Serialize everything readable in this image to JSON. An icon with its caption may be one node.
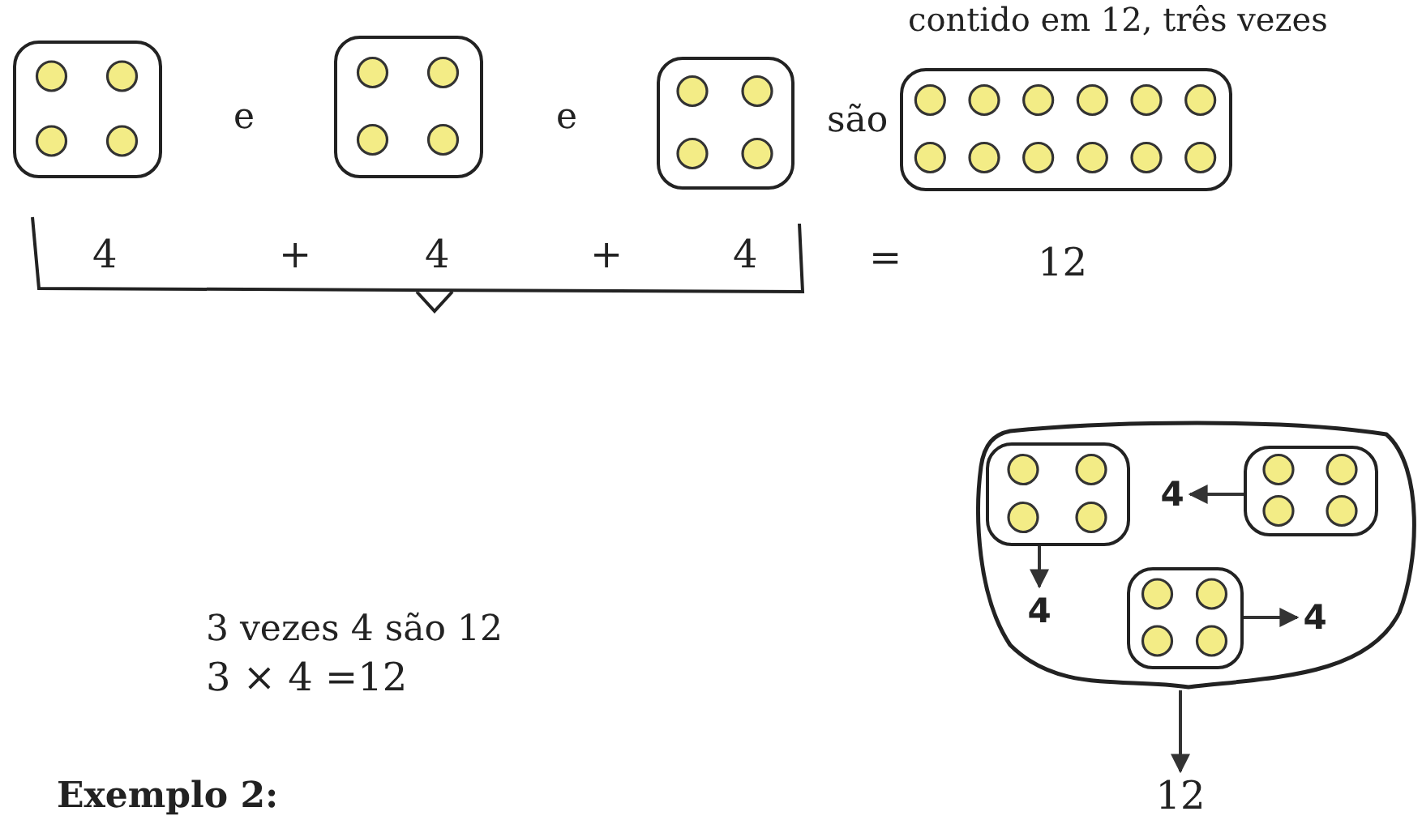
{
  "diagram": {
    "nodes": [
      {
        "text": [],
        "shape": "box"
      },
      {
        "text": [],
        "shape": "box"
      },
      {
        "text": [],
        "shape": "box"
      },
      {
        "text": [],
        "shape": "box"
      },
      {
        "text": [],
        "shape": "cloud"
      },
      {
        "text": [],
        "shape": "box",
        "in": 4
      },
      {
        "text": [
          "4"
        ],
        "in": 4
      },
      {
        "text": [],
        "shape": "box",
        "in": 4
      },
      {
        "text": [
          "4"
        ],
        "in": 4
      },
      {
        "text": [],
        "shape": "box",
        "in": 4
      },
      {
        "text": [
          "4"
        ],
        "in": 4
      },
      {
        "text": [
          "12"
        ]
      }
    ],
    "edges": [
      {
        "from": 5,
        "to": 8,
        "arrow": "to"
      },
      {
        "from": 7,
        "to": 6,
        "arrow": "to"
      },
      {
        "from": 9,
        "to": 10,
        "arrow": "to"
      },
      {
        "from": 4,
        "to": 11,
        "arrow": "to"
      }
    ],
    "labels": [
      "contido em 12, três vezes",
      "e",
      "e",
      "são",
      "4",
      "+",
      "4",
      "+",
      "4",
      "=",
      "12",
      "3 vezes 4 são 12",
      "3 × 4 =12",
      "Exemplo 2:"
    ]
  }
}
